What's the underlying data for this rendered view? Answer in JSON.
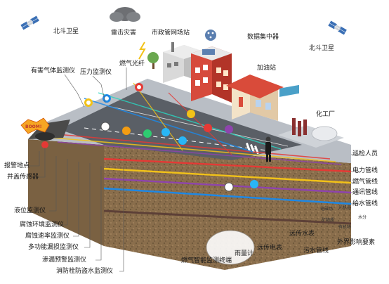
{
  "top_labels": {
    "beidou_left": "北斗卫星",
    "lightning": "雷击灾害",
    "municipal_station": "市政管网场站",
    "data_concentrator": "数据集中器",
    "beidou_right": "北斗卫星",
    "gas_station": "加油站",
    "chemical_plant": "化工厂"
  },
  "upper_left_labels": {
    "harmful_gas": "有害气体监测仪",
    "pressure": "压力监测仪",
    "gas_fiber": "燃气光纤"
  },
  "left_labels": [
    "报警地点",
    "井盖传感器",
    "液位监测仪",
    "腐蚀环境监测仪",
    "腐蚀速率监测仪",
    "多功能漏损监测仪",
    "渗漏预警监测仪",
    "消防栓防盗水监测仪"
  ],
  "right_labels": [
    "巡检人员",
    "电力管线",
    "燃气管线",
    "通讯管线",
    "给水管线"
  ],
  "bottom_labels": {
    "gas_terminal": "燃气智能监测终端",
    "rain_gauge": "雨量计",
    "remote_meter": "远传电表",
    "remote_water": "远传水表",
    "sewage": "污水管线",
    "external_factors": "外界影响要素"
  },
  "bubbles": [
    "电磁场",
    "光机晶",
    "水分",
    "矿物质",
    "有机物"
  ],
  "sign_text": "BOOM!",
  "colors": {
    "pipe_power": "#e53935",
    "pipe_gas": "#f2c218",
    "pipe_comm": "#8e44ad",
    "pipe_water": "#1e88e5",
    "pipe_sewage": "#5d4037",
    "road": "#5a5f66",
    "soil": "#8a6e4c"
  },
  "icons": [
    "satellite-icon",
    "lightning-icon",
    "station-icon",
    "concentrator-icon",
    "gas-station-icon",
    "factory-icon",
    "worker-icon",
    "sensor-pin-icon"
  ]
}
